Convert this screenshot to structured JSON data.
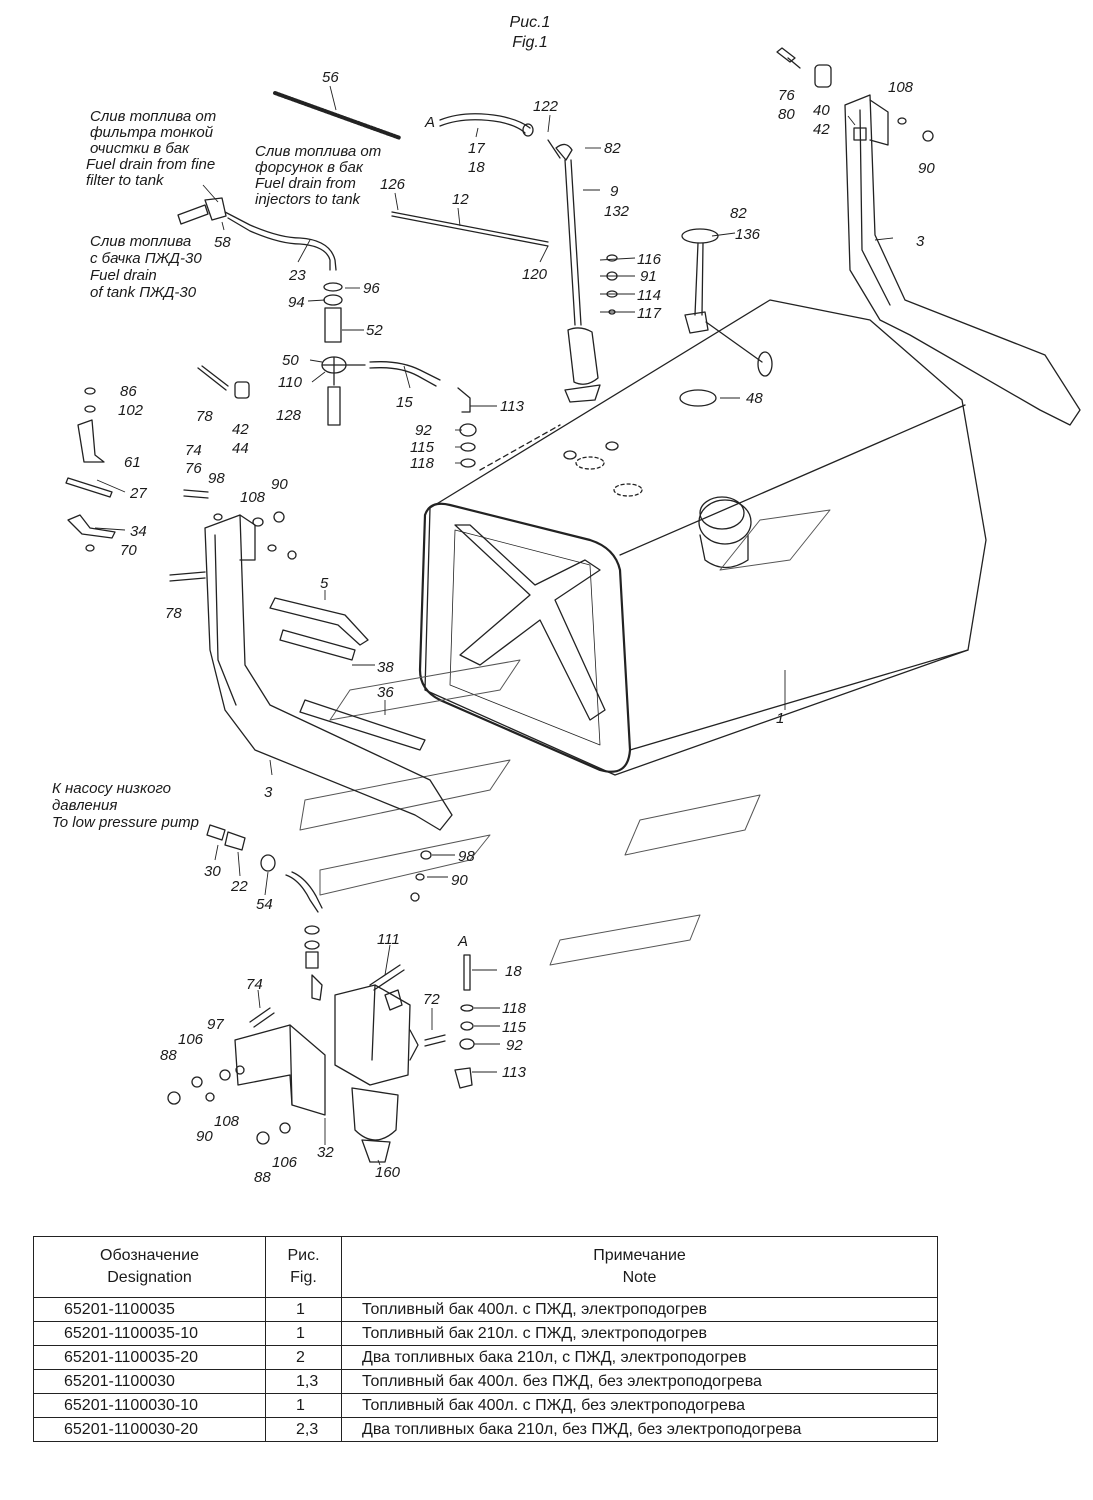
{
  "figure": {
    "title_ru": "Рис.1",
    "title_en": "Fig.1"
  },
  "notes": {
    "fine_filter": [
      "Слив топлива от",
      "фильтра тонкой",
      "очистки в бак",
      "Fuel drain from fine",
      "filter to tank"
    ],
    "injectors": [
      "Слив топлива от",
      "форсунок в бак",
      "Fuel drain from",
      "injectors to tank"
    ],
    "pzhd_tank": [
      "Слив топлива",
      "с бачка ПЖД-30",
      "Fuel drain",
      "of tank ПЖД-30"
    ],
    "low_pressure": [
      "К насосу низкого",
      "давления",
      "To low pressure pump"
    ]
  },
  "callouts": {
    "c56": "56",
    "cA1": "A",
    "c17": "17",
    "c18a": "18",
    "c122": "122",
    "c82a": "82",
    "c9": "9",
    "c132": "132",
    "c76a": "76",
    "c80": "80",
    "c40": "40",
    "c42a": "42",
    "c108a": "108",
    "c90a": "90",
    "c3a": "3",
    "c126": "126",
    "c12": "12",
    "c120": "120",
    "c82b": "82",
    "c136": "136",
    "c58": "58",
    "c23": "23",
    "c96": "96",
    "c94": "94",
    "c52": "52",
    "c50": "50",
    "c110": "110",
    "c128": "128",
    "c15": "15",
    "c113a": "113",
    "c116": "116",
    "c91": "91",
    "c114": "114",
    "c117": "117",
    "c48": "48",
    "c92a": "92",
    "c115a": "115",
    "c118a": "118",
    "c86": "86",
    "c102": "102",
    "c61": "61",
    "c27": "27",
    "c34": "34",
    "c70": "70",
    "c78a": "78",
    "c42b": "42",
    "c44": "44",
    "c74a": "74",
    "c76b": "76",
    "c98a": "98",
    "c108b": "108",
    "c90b": "90",
    "c78b": "78",
    "c5": "5",
    "c38": "38",
    "c36": "36",
    "c1": "1",
    "c3b": "3",
    "c30": "30",
    "c22": "22",
    "c54": "54",
    "c98b": "98",
    "c90c": "90",
    "c111": "111",
    "cA2": "A",
    "c18b": "18",
    "c118b": "118",
    "c115b": "115",
    "c92b": "92",
    "c113b": "113",
    "c72": "72",
    "c74b": "74",
    "c97": "97",
    "c106a": "106",
    "c88a": "88",
    "c108c": "108",
    "c90d": "90",
    "c106b": "106",
    "c88b": "88",
    "c32": "32",
    "c160": "160"
  },
  "table": {
    "headers": {
      "designation": [
        "Обозначение",
        "Designation"
      ],
      "fig": [
        "Рис.",
        "Fig."
      ],
      "note": [
        "Примечание",
        "Note"
      ]
    },
    "rows": [
      {
        "designation": "65201-1100035",
        "fig": "1",
        "note": "Топливный бак 400л. с ПЖД, электроподогрев"
      },
      {
        "designation": "65201-1100035-10",
        "fig": "1",
        "note": "Топливный бак 210л. с ПЖД,  электроподогрев"
      },
      {
        "designation": "65201-1100035-20",
        "fig": "2",
        "note": "Два топливных бака 210л, с ПЖД, электроподогрев"
      },
      {
        "designation": "65201-1100030",
        "fig": "1,3",
        "note": "Топливный бак 400л. без ПЖД, без электроподогрева"
      },
      {
        "designation": "65201-1100030-10",
        "fig": "1",
        "note": "Топливный бак 400л. с ПЖД, без электроподогрева"
      },
      {
        "designation": "65201-1100030-20",
        "fig": "2,3",
        "note": "Два топливных бака 210л, без ПЖД, без электроподогрева"
      }
    ]
  }
}
